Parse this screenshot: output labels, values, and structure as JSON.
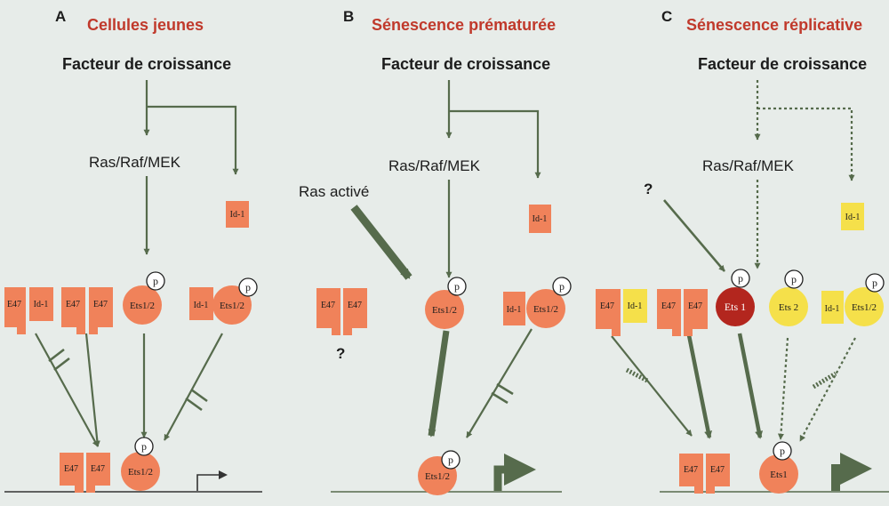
{
  "panels": {
    "a": {
      "letter": "A",
      "title": "Cellules jeunes",
      "factor": "Facteur de croissance",
      "pathway": "Ras/Raf/MEK"
    },
    "b": {
      "letter": "B",
      "title": "Sénescence prématurée",
      "factor": "Facteur de croissance",
      "pathway": "Ras/Raf/MEK",
      "activated": "Ras activé",
      "unknown": "?"
    },
    "c": {
      "letter": "C",
      "title": "Sénescence réplicative",
      "factor": "Facteur de croissance",
      "pathway": "Ras/Raf/MEK",
      "unknown": "?"
    }
  },
  "labels": {
    "e47": "E47",
    "id1": "Id-1",
    "ets12": "Ets1/2",
    "ets1": "Ets 1",
    "ets2": "Ets 2",
    "ets1_promoter": "Ets1",
    "p": "p"
  },
  "colors": {
    "background": "#e7ece9",
    "title_red": "#c0392b",
    "salmon": "#f0825a",
    "yellow": "#f5e04a",
    "dark_red": "#b3261e",
    "arrow_green": "#566b4c"
  }
}
